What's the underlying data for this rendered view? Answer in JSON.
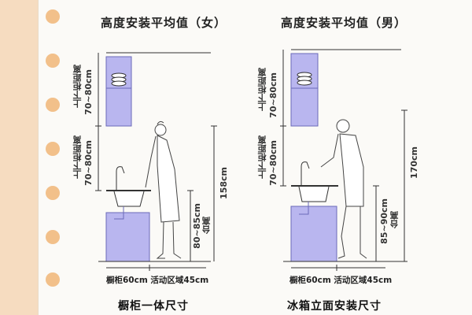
{
  "panels": [
    {
      "title": "高度安装平均值（女）",
      "cabinet_gap_label": "上下柜距离",
      "cabinet_gap_value": "70~80cm",
      "height_label": "158cm",
      "counter_label": "台高",
      "counter_value": "80~85cm",
      "bottom_label": "橱柜60cm  活动区域45cm"
    },
    {
      "title": "高度安装平均值（男）",
      "cabinet_gap_label": "上下柜距离",
      "cabinet_gap_value": "70~80cm",
      "height_label": "170cm",
      "counter_label": "台高",
      "counter_value": "85~90cm",
      "bottom_label": "橱柜60cm  活动区域45cm"
    }
  ],
  "footer": {
    "left": "橱柜一体尺寸",
    "right": "冰箱立面安装尺寸"
  },
  "colors": {
    "cabinet_fill": "#b9b6ef",
    "cabinet_stroke": "#6b6ab8",
    "background_stripe": "#f6dcc0",
    "binder_hole": "#f2c08a"
  }
}
